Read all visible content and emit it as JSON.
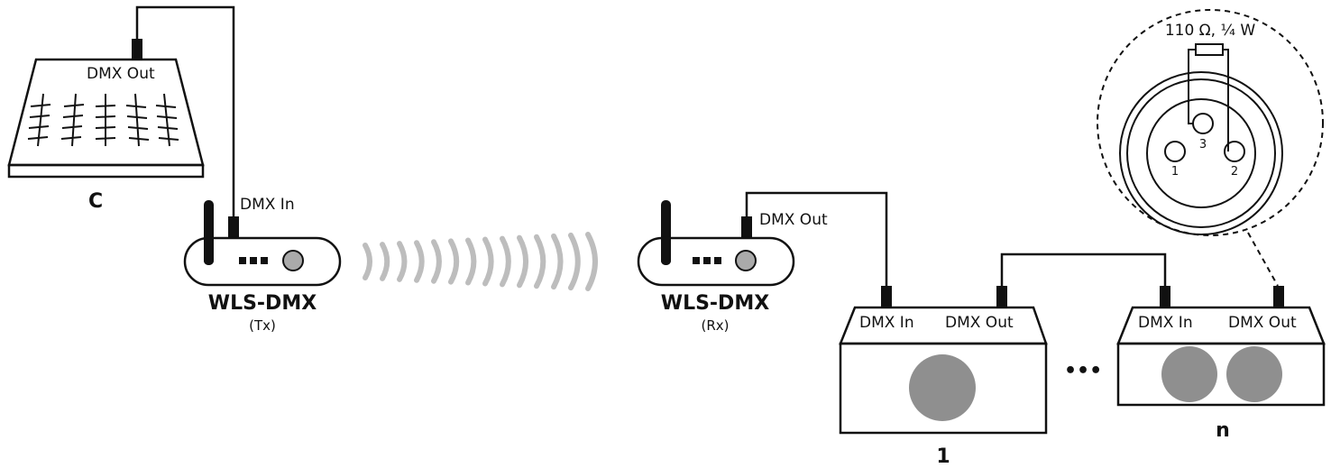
{
  "colors": {
    "ink": "#111111",
    "lens": "#8f8f8f",
    "wave": "#bdbdbd",
    "led": "#aaaaaa"
  },
  "console": {
    "dmx_out": "DMX Out",
    "label": "C"
  },
  "transmitter": {
    "dmx_in": "DMX In",
    "name": "WLS-DMX",
    "mode": "(Tx)"
  },
  "receiver": {
    "dmx_out": "DMX Out",
    "name": "WLS-DMX",
    "mode": "(Rx)"
  },
  "fixture_1": {
    "dmx_in": "DMX In",
    "dmx_out": "DMX Out",
    "label": "1"
  },
  "fixture_n": {
    "dmx_in": "DMX In",
    "dmx_out": "DMX Out",
    "label": "n"
  },
  "ellipsis": "•••",
  "terminator": {
    "resistor": "110 Ω, ¼ W",
    "pins": [
      "1",
      "2",
      "3"
    ]
  }
}
